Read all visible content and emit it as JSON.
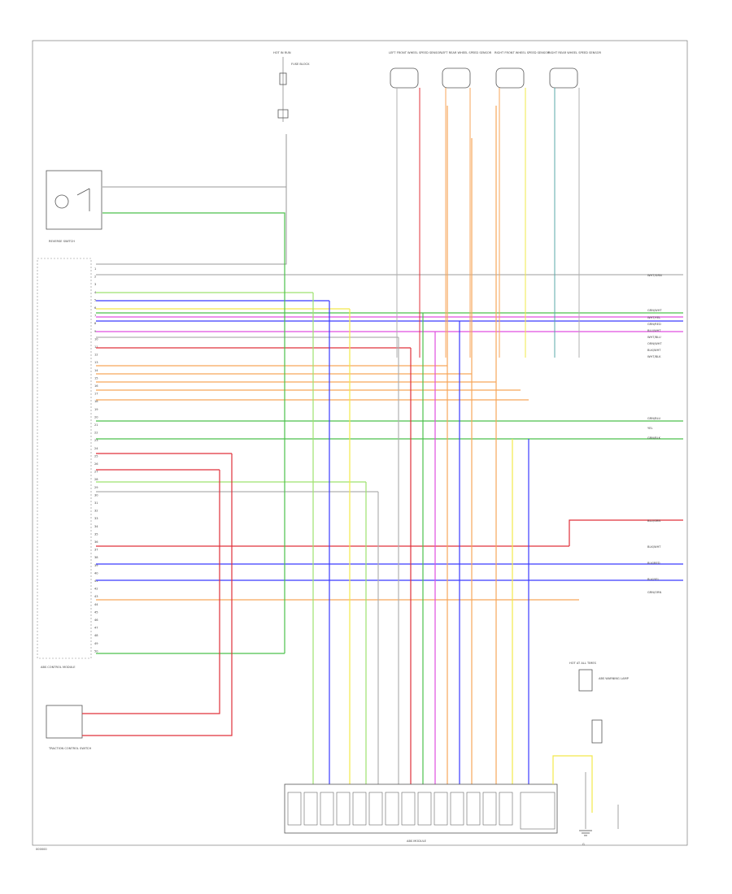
{
  "components": {
    "hot_in_run": "HOT IN RUN",
    "fuse_block": "FUSE BLOCK",
    "reverse_switch": "REVERSE SWITCH",
    "abs_module": "ABS MODULE",
    "abs_control_module": "ABS CONTROL MODULE",
    "traction_control_switch": "TRACTION CONTROL SWITCH",
    "ground": "G",
    "warning_lamp": "ABS WARNING LAMP",
    "hot_at_all_times": "HOT AT ALL TIMES",
    "footer_code": "000000"
  },
  "wheel_sensors": [
    {
      "label": "LEFT FRONT WHEEL SPEED SENSOR"
    },
    {
      "label": "LEFT REAR WHEEL SPEED SENSOR"
    },
    {
      "label": "RIGHT FRONT WHEEL SPEED SENSOR"
    },
    {
      "label": "RIGHT REAR WHEEL SPEED SENSOR"
    }
  ],
  "pin_numbers": [
    "1",
    "2",
    "3",
    "4",
    "5",
    "6",
    "7",
    "8",
    "9",
    "10",
    "11",
    "12",
    "13",
    "14",
    "15",
    "16",
    "17",
    "18",
    "19",
    "20",
    "21",
    "22",
    "23",
    "24",
    "25",
    "26",
    "27",
    "28",
    "29",
    "30",
    "31",
    "32",
    "33",
    "34",
    "35",
    "36",
    "37",
    "38",
    "39",
    "40",
    "41",
    "42",
    "43",
    "44",
    "45",
    "46",
    "47",
    "48",
    "49",
    "50"
  ],
  "right_labels": [
    "WHT/GRN",
    "GRN/WHT",
    "WHT/YEL",
    "GRN/RED",
    "BLU/WHT",
    "WHT/BLU",
    "ORN/WHT",
    "BLK/WHT",
    "WHT/BLK",
    "GRN/BLU",
    "YEL",
    "GRN/BLK",
    "BLU/GRN",
    "BLK/WHT",
    "BLK/RED",
    "BLK/YEL",
    "GRN/ORN"
  ],
  "colors": {
    "green": "#4cc14c",
    "lt_green": "#9ee26f",
    "blue": "#3b3bff",
    "yellow": "#f2e84a",
    "orange": "#f7a65a",
    "red": "#e0303a",
    "magenta": "#e04fe0",
    "gray": "#b0b0b0",
    "teal": "#5aa8a8",
    "black": "#444444"
  },
  "icons": {
    "switch": "switch-icon",
    "motor": "motor-icon",
    "ground": "ground-icon",
    "connector": "connector-icon"
  }
}
